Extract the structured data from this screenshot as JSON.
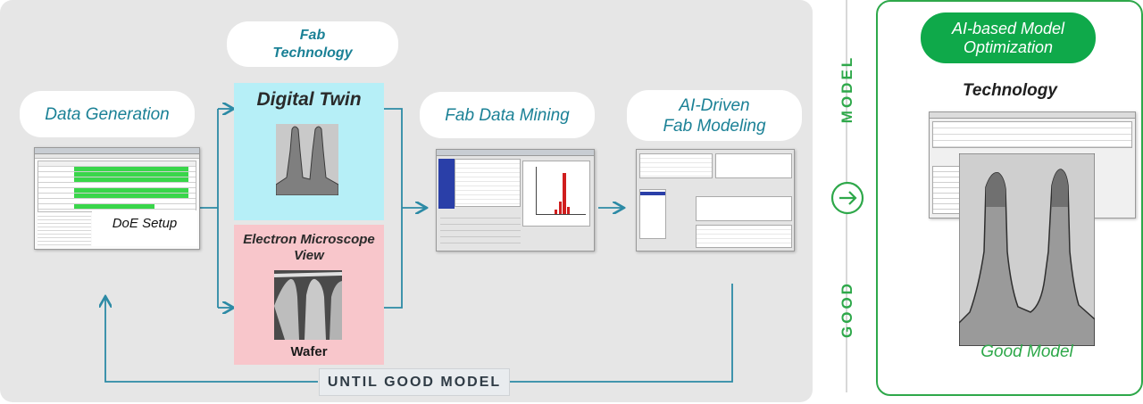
{
  "fab_technology": "Fab\nTechnology",
  "data_generation": "Data Generation",
  "doe_setup": "DoE Setup",
  "digital_twin": "Digital Twin",
  "electron_microscope_view": "Electron Microscope\nView",
  "wafer": "Wafer",
  "fab_data_mining": "Fab Data Mining",
  "ai_driven_fab_modeling": "AI-Driven\nFab Modeling",
  "until_good_model": "UNTIL GOOD MODEL",
  "model_label": "MODEL",
  "good_label": "GOOD",
  "ai_based_model_optimization": "AI-based Model\nOptimization",
  "technology": "Technology",
  "good_model": "Good Model",
  "colors": {
    "teal_text": "#1b8196",
    "digital_twin_bg": "#b6eff7",
    "em_view_bg": "#f8c6cb",
    "green_accent": "#2ea84a",
    "badge_green": "#0fa94a",
    "flow_arrow": "#2c8aa5",
    "panel_bg": "#e6e6e6"
  },
  "icons": [
    "arrow-right-circle-icon"
  ]
}
